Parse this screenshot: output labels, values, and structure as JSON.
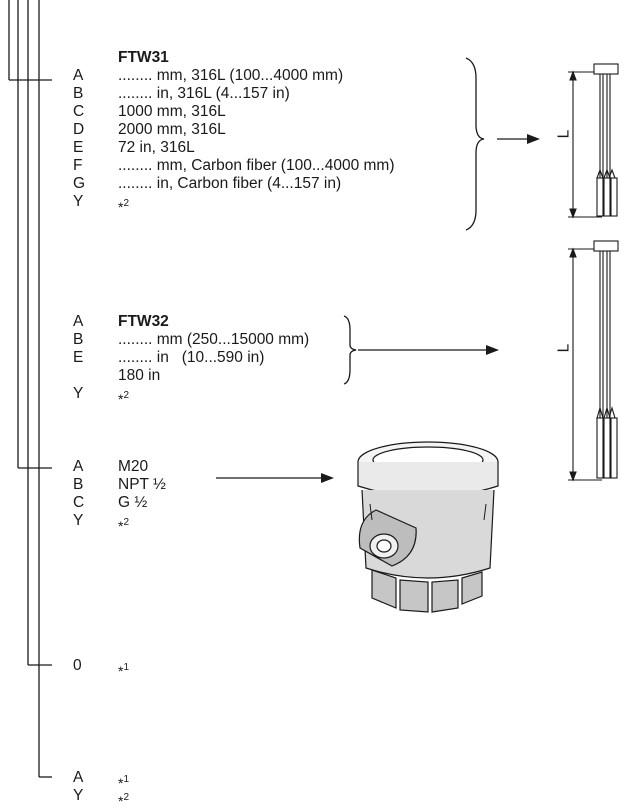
{
  "section_ftw31": {
    "heading": "FTW31",
    "rows": [
      {
        "code": "A",
        "desc": "........ mm, 316L (100...4000 mm)"
      },
      {
        "code": "B",
        "desc": "........ in, 316L (4...157 in)"
      },
      {
        "code": "C",
        "desc": "1000 mm, 316L"
      },
      {
        "code": "D",
        "desc": "2000 mm, 316L"
      },
      {
        "code": "E",
        "desc": "72 in, 316L"
      },
      {
        "code": "F",
        "desc": "........ mm, Carbon fiber (100...4000 mm)"
      },
      {
        "code": "G",
        "desc": "........ in, Carbon fiber (4...157 in)"
      },
      {
        "code": "Y",
        "star": "*",
        "sup": "2"
      }
    ],
    "dim_label": "L"
  },
  "section_ftw32": {
    "heading": "FTW32",
    "rows": [
      {
        "code": "A",
        "desc": ""
      },
      {
        "code": "B",
        "desc": "........ mm (250...15000 mm)"
      },
      {
        "code": "E",
        "desc": "........ in   (10...590 in)"
      },
      {
        "code": "",
        "desc": "180 in"
      },
      {
        "code": "Y",
        "star": "*",
        "sup": "2"
      }
    ],
    "dim_label": "L"
  },
  "section_thread": {
    "rows": [
      {
        "code": "A",
        "desc": "M20"
      },
      {
        "code": "B",
        "desc": "NPT ½"
      },
      {
        "code": "C",
        "desc": "G ½"
      },
      {
        "code": "Y",
        "star": "*",
        "sup": "2"
      }
    ]
  },
  "section_zero": {
    "rows": [
      {
        "code": "0",
        "star": "*",
        "sup": "1"
      }
    ]
  },
  "section_last": {
    "rows": [
      {
        "code": "A",
        "star": "*",
        "sup": "1"
      },
      {
        "code": "Y",
        "star": "*",
        "sup": "2"
      }
    ]
  }
}
